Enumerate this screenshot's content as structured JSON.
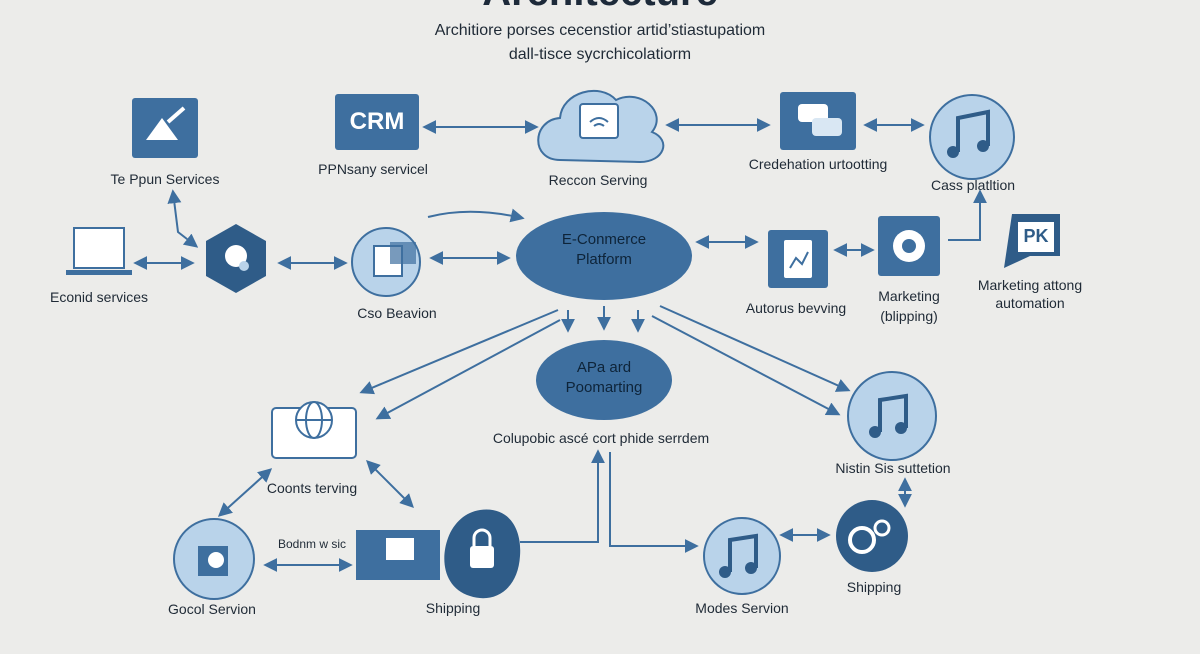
{
  "header": {
    "title": "Architecture",
    "subtitle_line1": "Architiore porses cecenstior artid’stiastupatiom",
    "subtitle_line2": "dall-tisce sycrchicolatiorm"
  },
  "nodes": {
    "crm": {
      "icon_text": "CRM",
      "label": "PPNsany servicel"
    },
    "recon": {
      "label": "Reccon Serving"
    },
    "cred": {
      "label": "Credehation urtootting"
    },
    "cass": {
      "label": "Cass platltion"
    },
    "tpun": {
      "label": "Te Ppun Services"
    },
    "econid": {
      "label": "Econid services"
    },
    "cso": {
      "label": "Cso Beavion"
    },
    "ecom": {
      "line1": "E-Conmerce",
      "line2": "Platform"
    },
    "autorus": {
      "label": "Autorus bevving"
    },
    "marketing": {
      "line1": "Marketing",
      "line2": "(blipping)"
    },
    "mkt_auto": {
      "line1": "Marketing attong",
      "line2": "automation",
      "icon_text": "PK"
    },
    "api": {
      "line1": "APa ard",
      "line2": "Poomarting"
    },
    "colu": {
      "label": "Colupobic ascé cort phide serrdem"
    },
    "nistin": {
      "label": "Nistin Sis suttetion"
    },
    "coonts": {
      "label": "Coonts terving"
    },
    "gocol": {
      "label": "Gocol Servion"
    },
    "bodnm": {
      "label": "Bodnm w sic"
    },
    "shipping_left": {
      "label": "Shipping"
    },
    "modes": {
      "label": "Modes Servion"
    },
    "shipping_right": {
      "label": "Shipping"
    }
  },
  "colors": {
    "accent": "#3e6f9f",
    "light": "#b9d3ea",
    "dark": "#2f5c88",
    "background": "#ececea"
  }
}
